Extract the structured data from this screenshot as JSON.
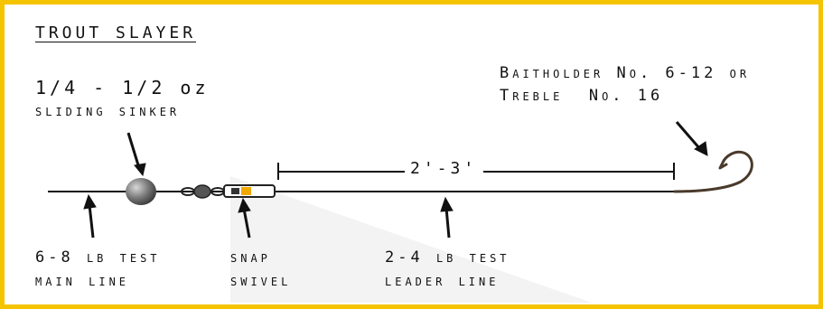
{
  "title": "TROUT SLAYER",
  "labels": {
    "sinker_weight": "1/4 - 1/2 oz",
    "sinker_name": "sliding sinker",
    "hook_line1": "Baitholder No. 6-12 or",
    "hook_line2": "Treble  No. 16",
    "leader_length": "2'-3'",
    "main_test": "6-8 lb test",
    "main_name": "main line",
    "snap_line1": "snap",
    "snap_line2": "swivel",
    "leader_test": "2-4 lb test",
    "leader_name": "leader line"
  },
  "colors": {
    "border": "#f5c400",
    "line": "#111111",
    "sinker": "#6e6e6e",
    "swivel_bead": "#f0a800",
    "hook": "#4a3a2a",
    "watermark": "#f2f2f2"
  }
}
